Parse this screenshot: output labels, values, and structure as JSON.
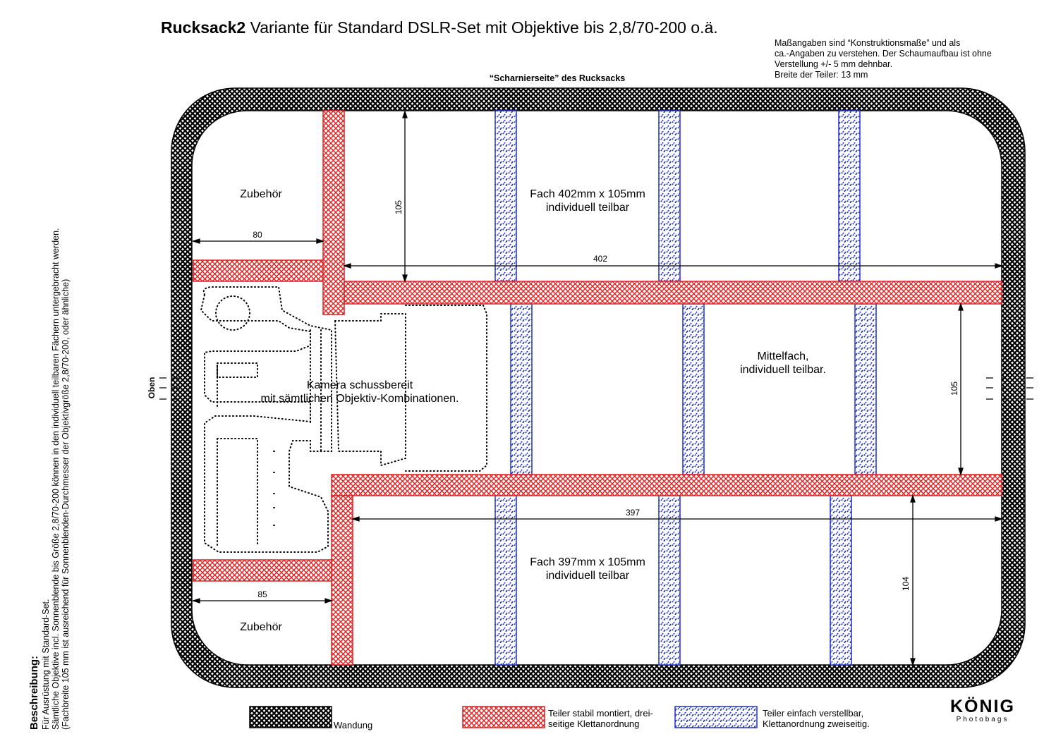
{
  "title": {
    "bold": "Rucksack2",
    "rest": "Variante für Standard DSLR-Set mit Objektive bis 2,8/70-200 o.ä."
  },
  "notes": [
    "Maßangaben sind “Konstruktionsmaße” und als",
    "ca.-Angaben zu verstehen. Der Schaumaufbau ist ohne",
    "Verstellung +/- 5 mm dehnbar.",
    "Breite der Teiler: 13 mm"
  ],
  "hinge_label": "“Scharnierseite” des Rucksacks",
  "oben_label": "Oben",
  "compartments": {
    "zubehoer_top": "Zubehör",
    "zubehoer_bottom": "Zubehör",
    "fach_top_1": "Fach 402mm x 105mm",
    "fach_top_2": "individuell teilbar",
    "mittelfach_1": "Mittelfach,",
    "mittelfach_2": "individuell teilbar.",
    "kamera_1": "Kamera schussbereit",
    "kamera_2": "mit sämtlichen Objektiv-Kombinationen.",
    "fach_bottom_1": "Fach 397mm x 105mm",
    "fach_bottom_2": "individuell teilbar"
  },
  "dimensions": {
    "top_height": "105",
    "zubehoer_top_width": "80",
    "top_width": "402",
    "middle_height": "105",
    "bottom_width": "397",
    "zubehoer_bottom_width": "85",
    "bottom_height": "104"
  },
  "beschreibung": {
    "head": "Beschreibung:",
    "lines": [
      "Für Ausrüstung mit Standard-Set.",
      "Sämtliche Objektive incl. Sonnenblende bis Größe 2,8/70-200 können in den individuell teilbaren Fächern untergebracht werden.",
      "(Fachbreite 105 mm ist ausreichend für Sonnenblenden-Durchmesser der Objektivgröße 2,8/70-200, oder ähnliche)"
    ]
  },
  "legend": {
    "wall": "Wandung",
    "red_1": "Teiler stabil montiert, drei-",
    "red_2": "seitige Klettanordnung",
    "blue_1": "Teiler einfach verstellbar,",
    "blue_2": "Klettanordnung zweiseitig."
  },
  "logo": {
    "brand": "KÖNIG",
    "sub": "Photobags"
  },
  "colors": {
    "red_divider": "#e02020",
    "blue_divider": "#2030d0",
    "wall": "#000000"
  }
}
